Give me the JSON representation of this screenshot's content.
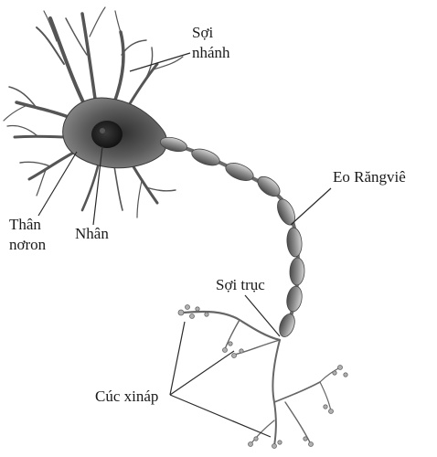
{
  "labels": {
    "dendrites_1": "Sợi",
    "dendrites_2": "nhánh",
    "node_of_ranvier": "Eo Răngviê",
    "cell_body_1": "Thân",
    "cell_body_2": "nơron",
    "nucleus": "Nhân",
    "axon": "Sợi trục",
    "synaptic_terminals": "Cúc xináp"
  },
  "colors": {
    "tissue_dark": "#3c3c3c",
    "tissue_mid": "#7a7a7a",
    "myelin_light": "#b8b8b8",
    "myelin_dark": "#5a5a5a",
    "leader_line": "#2a2a2a",
    "text": "#1a1a1a"
  }
}
